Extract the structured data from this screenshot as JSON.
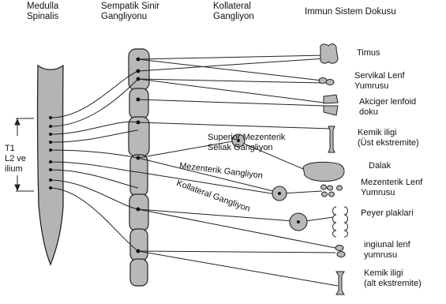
{
  "headers": {
    "medulla": [
      "Medulla",
      "Spinalis"
    ],
    "sempatik": [
      "Sempatik Sinir",
      "Gangliyonu"
    ],
    "kollateral": [
      "Kollateral",
      "Gangliyon"
    ],
    "immun": "Immun Sistem Dokusu"
  },
  "spinal_levels": [
    "T1",
    "L2 ve",
    "ilium"
  ],
  "ganglion_labels": {
    "superior": [
      "Superior Mezenterik",
      "Seliak Gangliyon"
    ],
    "mezenterik": "Mezenterik Gangliyon",
    "kollateral": "Kollateral Gangliyon"
  },
  "organs": [
    {
      "id": "timus",
      "lines": [
        "Timus"
      ]
    },
    {
      "id": "servikal",
      "lines": [
        "Servikal Lenf",
        "Yumrusu"
      ]
    },
    {
      "id": "akciger",
      "lines": [
        "Akciger lenfoid",
        "doku"
      ]
    },
    {
      "id": "kemik-ust",
      "lines": [
        "Kemik iligi",
        "(Üst ekstremite)"
      ]
    },
    {
      "id": "dalak",
      "lines": [
        "Dalak"
      ]
    },
    {
      "id": "mezenterik",
      "lines": [
        "Mezenterik Lenf",
        "Yumrusu"
      ]
    },
    {
      "id": "peyer",
      "lines": [
        "Peyer plaklari"
      ]
    },
    {
      "id": "inguinal",
      "lines": [
        "ingiunal lenf",
        "yumrusu"
      ]
    },
    {
      "id": "kemik-alt",
      "lines": [
        "Kemik iligi",
        "(alt ekstremite)"
      ]
    }
  ]
}
